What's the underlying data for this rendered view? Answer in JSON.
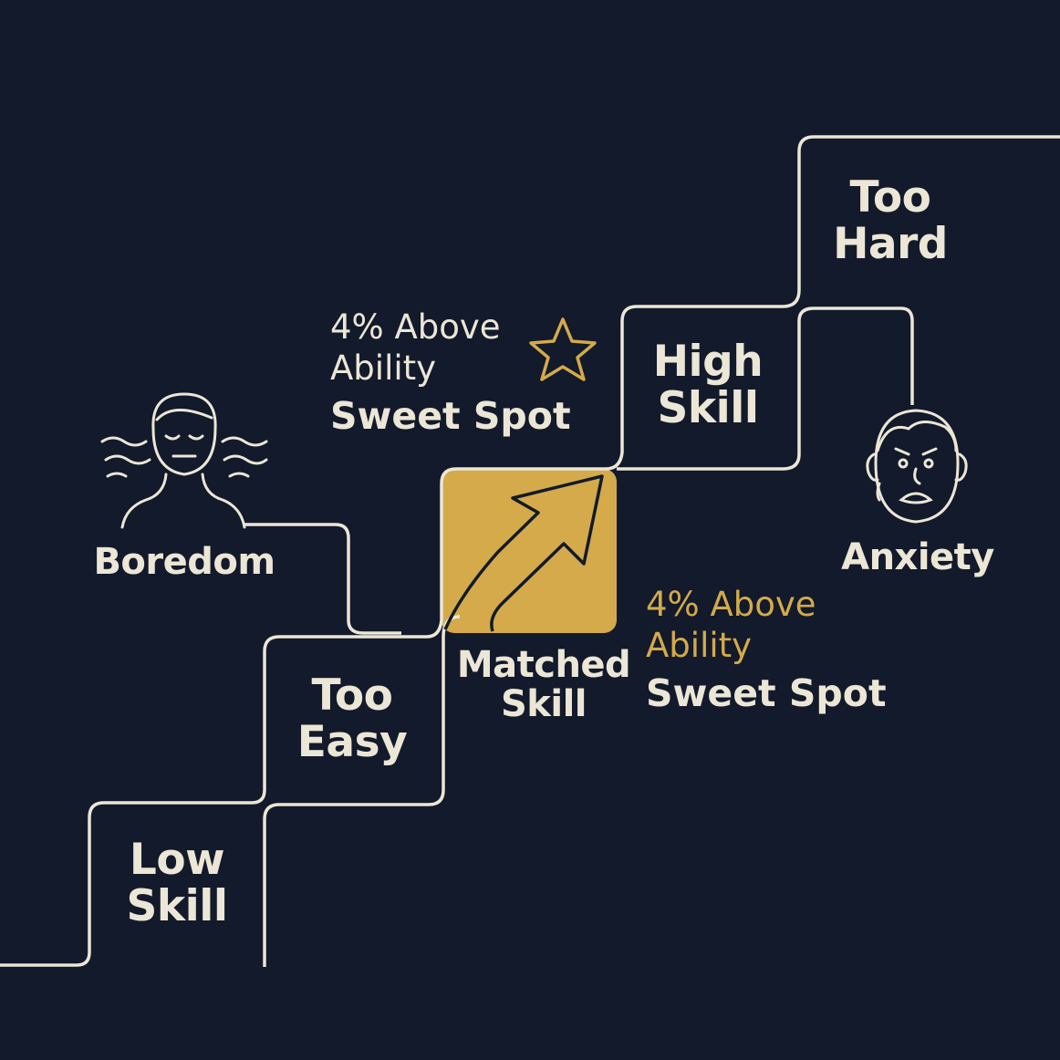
{
  "steps": {
    "low_skill": [
      "Low",
      "Skill"
    ],
    "too_easy": [
      "Too",
      "Easy"
    ],
    "matched_skill": [
      "Matched",
      "Skill"
    ],
    "high_skill": [
      "High",
      "Skill"
    ],
    "too_hard": [
      "Too",
      "Hard"
    ]
  },
  "states": {
    "boredom": "Boredom",
    "anxiety": "Anxiety"
  },
  "annotations": {
    "upper": {
      "line1": "4% Above",
      "line2": "Ability",
      "bold": "Sweet Spot"
    },
    "lower": {
      "line1": "4% Above",
      "line2": "Ability",
      "bold": "Sweet Spot"
    }
  },
  "colors": {
    "background": "#121a2b",
    "line": "#ece6d6",
    "accent": "#d4aa4a"
  },
  "icons": [
    "bored-face-icon",
    "anxious-face-icon",
    "star-icon",
    "up-arrow-icon"
  ]
}
